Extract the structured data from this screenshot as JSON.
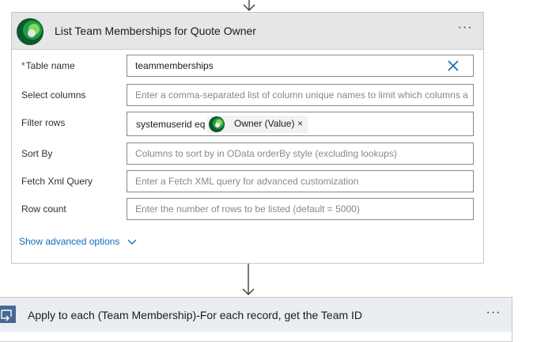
{
  "card": {
    "title": "List Team Memberships for Quote Owner",
    "more_label": "···",
    "fields": {
      "table_name": {
        "required_mark": "*",
        "label": "Table name",
        "value": "teammemberships"
      },
      "select_columns": {
        "label": "Select columns",
        "placeholder": "Enter a comma-separated list of column unique names to limit which columns a"
      },
      "filter_rows": {
        "label": "Filter rows",
        "value_text": "systemuserid eq",
        "token_label": "Owner (Value)",
        "token_remove": "×"
      },
      "sort_by": {
        "label": "Sort By",
        "placeholder": "Columns to sort by in OData orderBy style (excluding lookups)"
      },
      "fetch_xml": {
        "label": "Fetch Xml Query",
        "placeholder": "Enter a Fetch XML query for advanced customization"
      },
      "row_count": {
        "label": "Row count",
        "placeholder": "Enter the number of rows to be listed (default = 5000)"
      }
    },
    "advanced_label": "Show advanced options"
  },
  "next_card": {
    "title": "Apply to each (Team Membership)-For each record, get the Team ID",
    "more_label": "···"
  },
  "colors": {
    "accent": "#0f6cbd",
    "required": "#a4262c",
    "header_bg": "#e6e6e6",
    "loop_header_bg": "#eaedf2"
  }
}
